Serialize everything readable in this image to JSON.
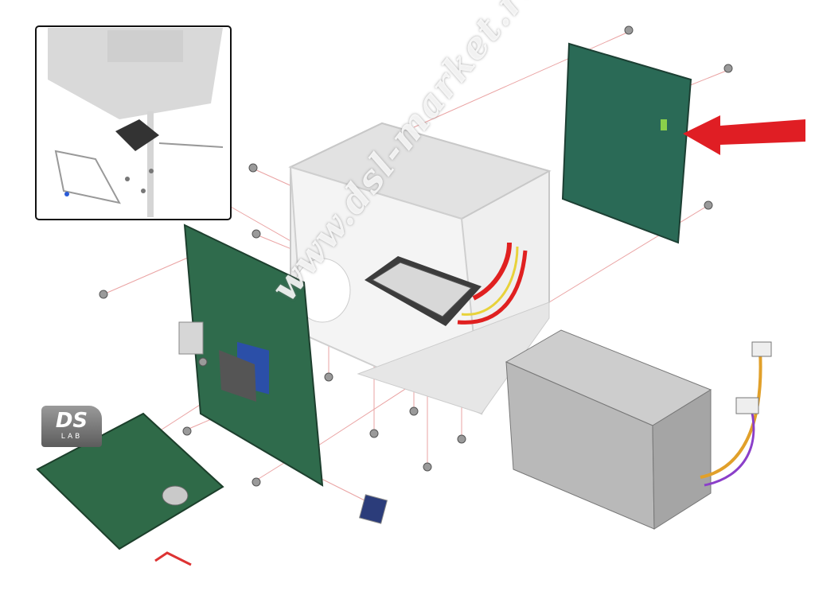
{
  "watermark": {
    "text": "www.dsl-market.ru"
  },
  "logo": {
    "top": "DS",
    "bottom": "LAB"
  },
  "colors": {
    "arrow": "#e01e24",
    "board": "#2f6b4c",
    "chassis": "#e4e4e4",
    "psu": "#b5b5b5",
    "guide_line": "#e8a0a0"
  }
}
